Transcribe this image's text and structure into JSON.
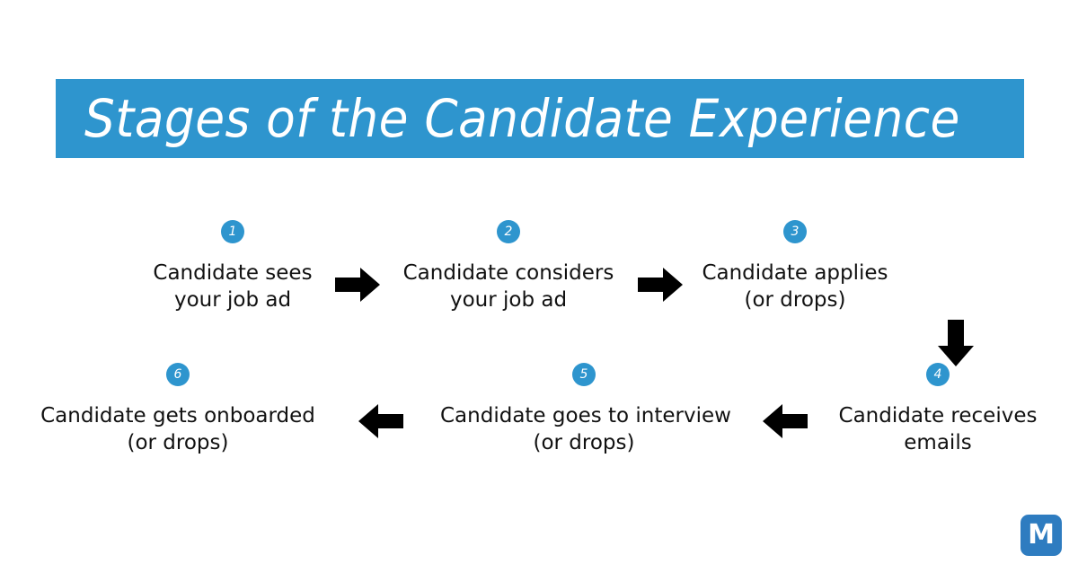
{
  "title": "Stages of the Candidate Experience",
  "colors": {
    "banner_blue": "#2e95ce",
    "badge_blue": "#2e95ce",
    "logo_blue": "#2e7cc0",
    "text_black": "#111111",
    "background": "#ffffff"
  },
  "steps": [
    {
      "number": "1",
      "line1": "Candidate sees",
      "line2": "your job ad"
    },
    {
      "number": "2",
      "line1": "Candidate considers",
      "line2": "your job ad"
    },
    {
      "number": "3",
      "line1": "Candidate applies",
      "line2": "(or drops)"
    },
    {
      "number": "4",
      "line1": "Candidate receives",
      "line2": "emails"
    },
    {
      "number": "5",
      "line1": "Candidate goes to interview",
      "line2": "(or drops)"
    },
    {
      "number": "6",
      "line1": "Candidate gets onboarded",
      "line2": "(or drops)"
    }
  ],
  "arrows": [
    {
      "name": "arrow-right-1to2",
      "direction": "right"
    },
    {
      "name": "arrow-right-2to3",
      "direction": "right"
    },
    {
      "name": "arrow-down-3to4",
      "direction": "down"
    },
    {
      "name": "arrow-left-4to5",
      "direction": "left"
    },
    {
      "name": "arrow-left-5to6",
      "direction": "left"
    }
  ],
  "logo": {
    "letter": "M"
  }
}
